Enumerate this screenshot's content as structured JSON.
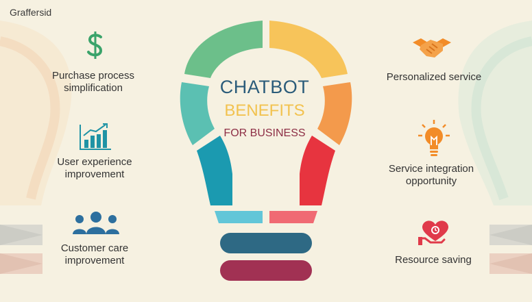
{
  "brand": "Graffersid",
  "title": {
    "line1": "CHATBOT",
    "line2": "BENEFITS",
    "line3": "FOR BUSINESS"
  },
  "benefits_left": [
    {
      "label": "Purchase process\nsimplification",
      "icon": "dollar-icon"
    },
    {
      "label": "User experience\nimprovement",
      "icon": "growth-chart-icon"
    },
    {
      "label": "Customer care\nimprovement",
      "icon": "people-group-icon"
    }
  ],
  "benefits_right": [
    {
      "label": "Personalized service",
      "icon": "handshake-icon"
    },
    {
      "label": "Service integration\nopportunity",
      "icon": "lightbulb-icon"
    },
    {
      "label": "Resource saving",
      "icon": "heart-in-hand-icon"
    }
  ],
  "colors": {
    "background": "#f6f1e1",
    "title_blue": "#2b5c7a",
    "title_yellow": "#f2c24f",
    "title_maroon": "#8d2e45",
    "icon_green": "#3aa36a",
    "icon_teal": "#1f93a5",
    "icon_blue": "#2d6f9e",
    "icon_orange": "#f28c28",
    "icon_red": "#e03a4a"
  }
}
